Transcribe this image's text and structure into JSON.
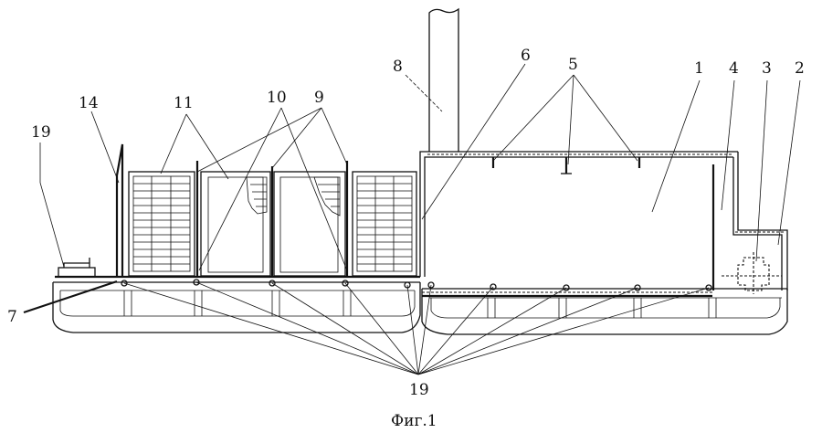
{
  "figure": {
    "caption": "Фиг.1",
    "labels": {
      "l1": "1",
      "l2": "2",
      "l3": "3",
      "l4": "4",
      "l5": "5",
      "l6": "6",
      "l7": "7",
      "l8": "8",
      "l9": "9",
      "l10": "10",
      "l11": "11",
      "l14": "14",
      "l19a": "19",
      "l19b": "19"
    }
  }
}
